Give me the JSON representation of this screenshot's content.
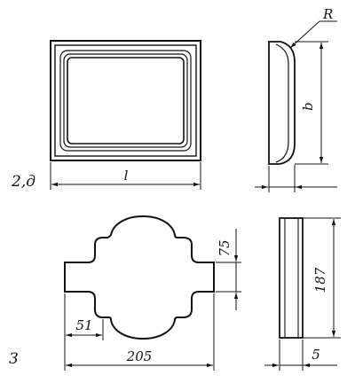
{
  "figures": [
    {
      "label": "2,д",
      "dimensions": {
        "length": "l",
        "width": "b",
        "radius": "R"
      }
    },
    {
      "label": "3",
      "dimensions": {
        "overall_length": "205",
        "overall_height": "187",
        "lobe_offset": "75",
        "neck_offset": "51",
        "thickness": "5"
      }
    }
  ]
}
